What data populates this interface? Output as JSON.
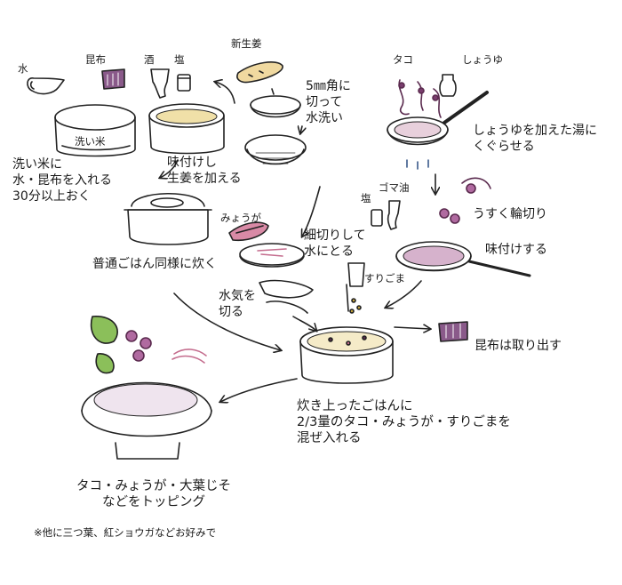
{
  "ingredients": {
    "water": "水",
    "kombu": "昆布",
    "sake": "酒",
    "salt": "塩",
    "ginger": "新生姜",
    "octopus": "タコ",
    "soy_sauce": "しょうゆ",
    "sesame_oil": "ゴマ油",
    "salt2": "塩",
    "myoga": "みょうが",
    "sesame": "すりごま"
  },
  "labels": {
    "washed_rice": "洗い米"
  },
  "steps": {
    "soak": "洗い米に\n水・昆布を入れる\n30分以上おく",
    "season_ginger": "味付けし\n生姜を加える",
    "cut_ginger": "5㎜角に\n切って\n水洗い",
    "boil_octopus": "しょうゆを加えた湯に\nくぐらせる",
    "slice_thin": "うすく輪切り",
    "season": "味付けする",
    "cook_rice": "普通ごはん同様に炊く",
    "chop_myoga": "細切りして\n水にとる",
    "drain": "水気を\n切る",
    "remove_kombu": "昆布は取り出す",
    "mix": "炊き上ったごはんに\n2/3量のタコ・みょうが・すりごまを\n混ぜ入れる",
    "topping": "タコ・みょうが・大葉じそ\nなどをトッピング"
  },
  "note": "※他に三つ葉、紅ショウガなどお好みで",
  "colors": {
    "ink": "#222222",
    "rice_dots": "#c9a83a",
    "octopus": "#7a3d6e",
    "ginger": "#e8c67a",
    "myoga": "#c46c8d",
    "kombu": "#7a4a7a",
    "herb": "#6b9a3a"
  }
}
